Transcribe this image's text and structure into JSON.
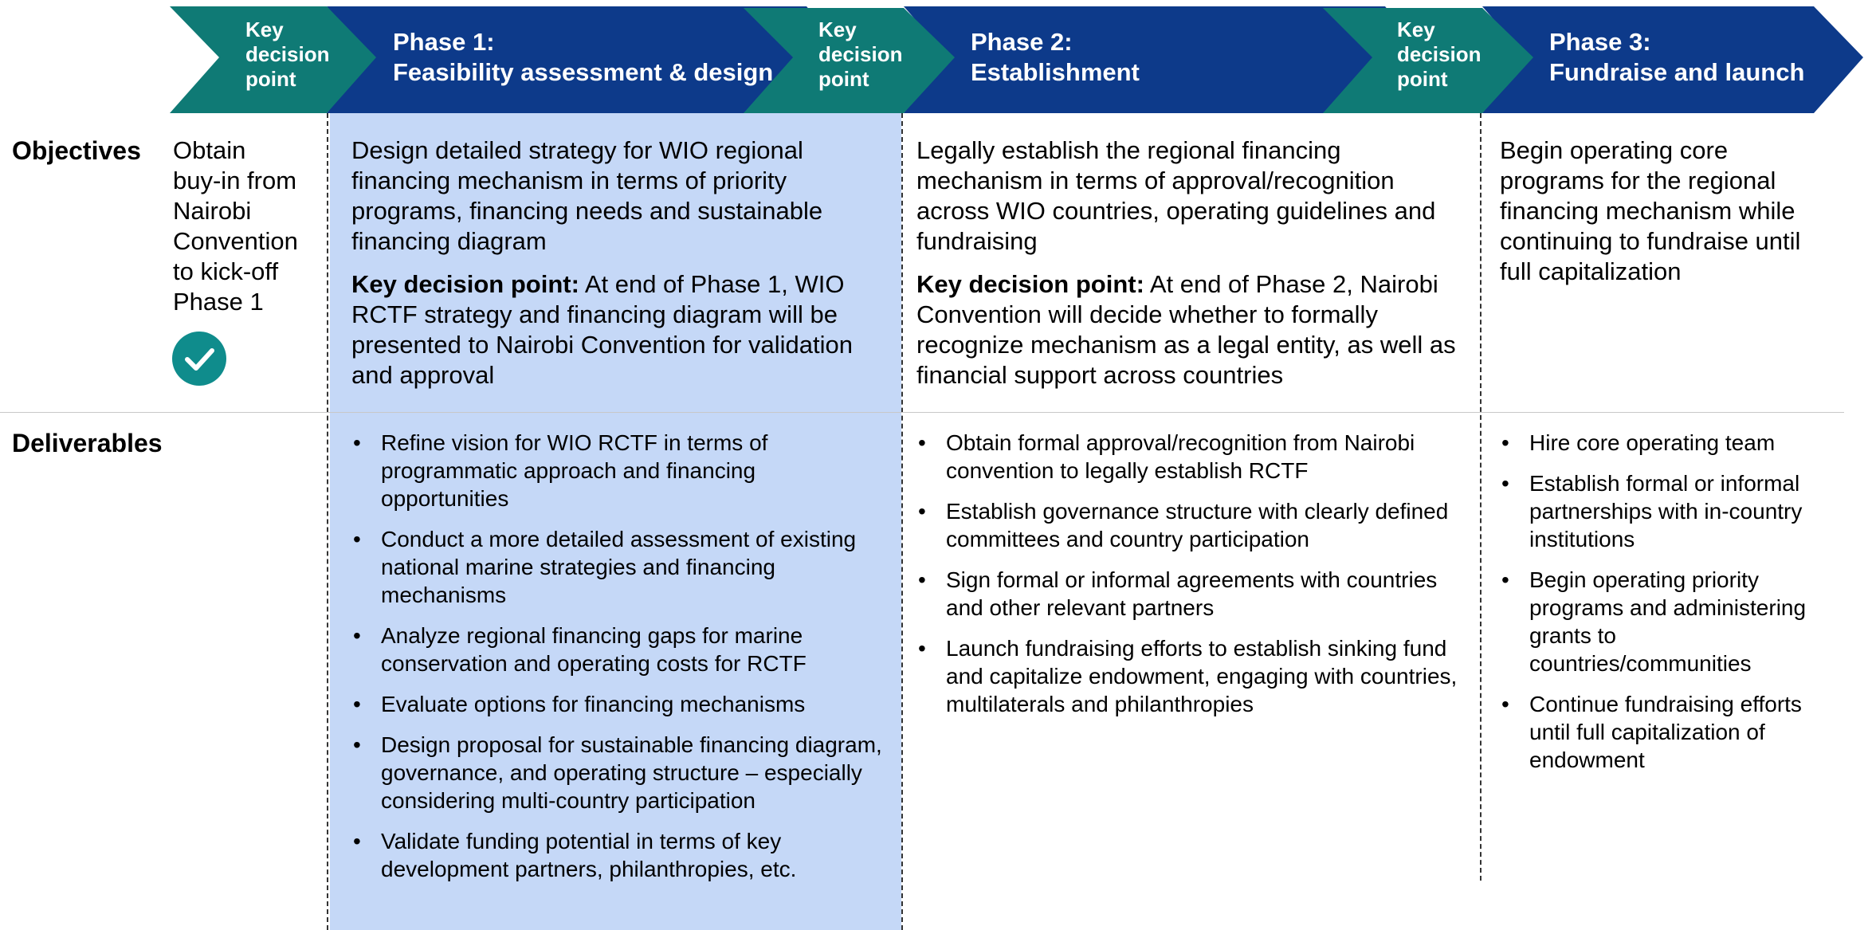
{
  "header": {
    "key_decision_label": [
      "Key",
      "decision",
      "point"
    ],
    "phases": [
      {
        "title": "Phase 1:",
        "subtitle": "Feasibility assessment & design"
      },
      {
        "title": "Phase 2:",
        "subtitle": "Establishment"
      },
      {
        "title": "Phase 3:",
        "subtitle": "Fundraise and launch"
      }
    ]
  },
  "rows": {
    "objectives_label": "Objectives",
    "deliverables_label": "Deliverables"
  },
  "kickoff": {
    "objective_lines": [
      "Obtain",
      "buy-in from",
      "Nairobi",
      "Convention",
      "to kick-off",
      "Phase 1"
    ],
    "status_icon": "checkmark-circle-icon"
  },
  "phase1": {
    "objective": "Design detailed strategy for WIO regional financing mechanism in terms of priority programs, financing needs and sustainable financing diagram",
    "kdp_bold": "Key decision point:",
    "kdp_text": " At end of Phase 1, WIO RCTF strategy and financing diagram will be presented to Nairobi Convention for validation and approval",
    "deliverables": [
      "Refine vision for WIO RCTF in terms of programmatic approach and financing opportunities",
      "Conduct a more detailed assessment of existing national marine strategies and financing mechanisms",
      "Analyze regional financing gaps for marine conservation and operating costs for RCTF",
      "Evaluate options for financing mechanisms",
      "Design proposal for sustainable financing diagram, governance, and operating structure – especially considering multi-country participation",
      "Validate funding potential in terms of key development partners, philanthropies, etc."
    ]
  },
  "phase2": {
    "objective": "Legally establish the regional financing mechanism in terms of approval/recognition across WIO countries, operating guidelines and fundraising",
    "kdp_bold": "Key decision point:",
    "kdp_text": " At end of Phase 2, Nairobi Convention will decide whether to formally recognize mechanism as a legal entity, as well as financial support across countries",
    "deliverables": [
      "Obtain formal approval/recognition from Nairobi convention to legally establish RCTF",
      "Establish governance structure with clearly defined committees and country participation",
      "Sign formal or informal agreements with countries and other relevant partners",
      "Launch fundraising efforts to establish sinking fund and capitalize endowment, engaging with countries, multilaterals and philanthropies"
    ]
  },
  "phase3": {
    "objective": "Begin operating core programs for the regional financing mechanism while continuing to fundraise until full capitalization",
    "deliverables": [
      "Hire core operating team",
      "Establish formal or informal partnerships with in-country institutions",
      "Begin operating priority programs and administering grants to countries/communities",
      "Continue fundraising efforts until full capitalization of endowment"
    ]
  },
  "colors": {
    "teal": "#0f7a75",
    "navy": "#0d3a8a",
    "phase1_shade": "#c5d8f7",
    "check": "#0f8c8c"
  }
}
